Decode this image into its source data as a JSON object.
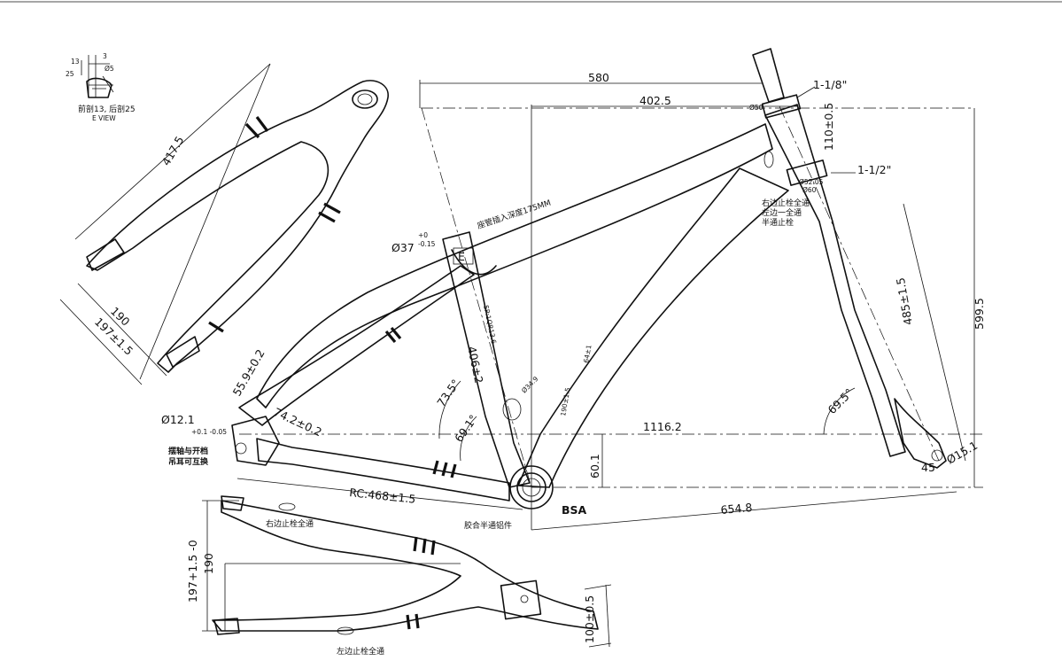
{
  "dimensions": {
    "reach_580": "580",
    "reach_402": "402.5",
    "headtube_1_1_8": "1-1/8\"",
    "headtube_1_1_2": "1-1/2\"",
    "headtube_len": "110±0.5",
    "seattube_dia": "Ø37",
    "seattube_tol_top": "+0",
    "seattube_tol_bot": "-0.15",
    "stack": "599.5",
    "downtube_len": "485±1.5",
    "seat_angle": "73.5°",
    "seat_angle_2": "69.1°",
    "head_angle": "69.5°",
    "wheelbase": "1116.2",
    "bb_drop": "60.1",
    "front_center": "654.8",
    "chainstay": "RC:468±1.5",
    "seattube_len": "406±2",
    "stay_len_top": "417.5",
    "stay_190_top": "190",
    "stay_197_top": "197±1.5",
    "dropout_dia": "Ø12.1",
    "dropout_tol": "+0.1 -0.05",
    "dim_55_9": "55.9±0.2",
    "dim_74_2": "74.2±0.2",
    "rear_190": "190",
    "rear_197": "197+1.5 -0",
    "rear_100": "100±0.5",
    "dim_45": "45",
    "dim_15": "Ø15.1",
    "cable_34": "Ø34.9",
    "dim_190_small": "190±1.5",
    "dim_64": "64±1",
    "headtube_top_dia": "Ø50",
    "headtube_bot_dia": "Ø52.05",
    "headtube_bot_dia2": "Ø60",
    "seatpost_spec": "座管插入深度175MM",
    "seatpost_dim": "SP:1QR13.6"
  },
  "labels": {
    "bsa": "BSA",
    "bb_note": "胶合半通铝件",
    "dropout_note_1": "摆轴与开档",
    "dropout_note_2": "吊耳可互换",
    "right_stop": "右边止栓全通",
    "left_stop": "左边止栓全通",
    "head_note_1": "右边止栓全通",
    "head_note_2": "左边一全通",
    "head_note_3": "半通止栓",
    "e_mark": "E",
    "e_view_1": "前剖13, 后剖25",
    "e_view_2": "E VIEW",
    "e_view_dim_a": "13",
    "e_view_dim_b": "25",
    "e_view_dim_c": "3",
    "e_view_dim_d": "Ø5"
  }
}
